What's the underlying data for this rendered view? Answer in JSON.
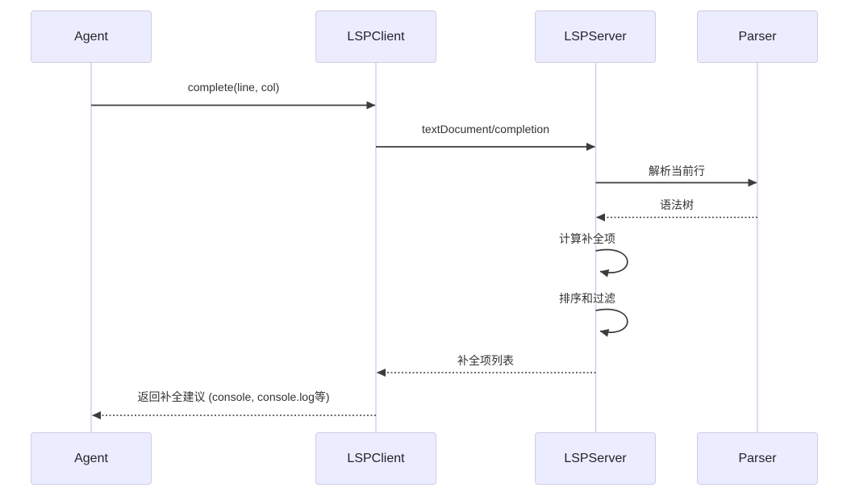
{
  "diagram": {
    "kind": "sequence-diagram",
    "actors": [
      {
        "id": "agent",
        "label": "Agent"
      },
      {
        "id": "lspclient",
        "label": "LSPClient"
      },
      {
        "id": "lspserver",
        "label": "LSPServer"
      },
      {
        "id": "parser",
        "label": "Parser"
      }
    ],
    "messages": [
      {
        "from": "Agent",
        "to": "LSPClient",
        "label": "complete(line, col)",
        "style": "solid"
      },
      {
        "from": "LSPClient",
        "to": "LSPServer",
        "label": "textDocument/completion",
        "style": "solid"
      },
      {
        "from": "LSPServer",
        "to": "Parser",
        "label": "解析当前行",
        "style": "solid"
      },
      {
        "from": "Parser",
        "to": "LSPServer",
        "label": "语法树",
        "style": "dotted"
      },
      {
        "from": "LSPServer",
        "to": "LSPServer",
        "label": "计算补全项",
        "style": "self-loop"
      },
      {
        "from": "LSPServer",
        "to": "LSPServer",
        "label": "排序和过滤",
        "style": "self-loop"
      },
      {
        "from": "LSPServer",
        "to": "LSPClient",
        "label": "补全项列表",
        "style": "dotted"
      },
      {
        "from": "LSPClient",
        "to": "Agent",
        "label": "返回补全建议 (console, console.log等)",
        "style": "dotted"
      }
    ],
    "colors": {
      "actor_fill": "#ECECFF",
      "actor_border": "#d0cce3",
      "lifeline": "#d5d0e8",
      "arrow": "#3c3c3c",
      "text": "#333333",
      "background": "#ffffff"
    }
  }
}
